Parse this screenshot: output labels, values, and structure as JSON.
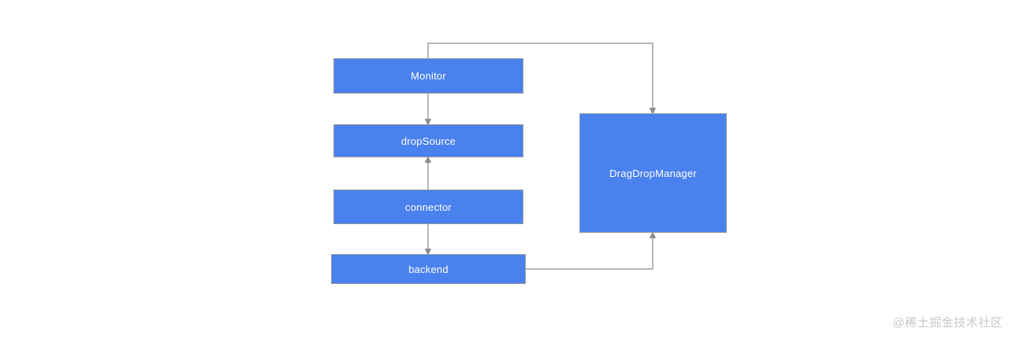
{
  "diagram": {
    "background_color": "#ffffff",
    "node_fill_color": "#4981ef",
    "node_border_color": "#9a9a9a",
    "node_text_color": "#ffffff",
    "edge_color": "#8a8a8a",
    "nodes": {
      "monitor": {
        "label": "Monitor"
      },
      "drop_source": {
        "label": "dropSource"
      },
      "connector": {
        "label": "connector"
      },
      "backend": {
        "label": "backend"
      },
      "drag_drop_manager": {
        "label": "DragDropManager"
      }
    },
    "edges": [
      {
        "from": "Monitor",
        "to": "DragDropManager",
        "direction": "arrow-into-DragDropManager-top"
      },
      {
        "from": "Monitor",
        "to": "dropSource",
        "direction": "arrow-down"
      },
      {
        "from": "connector",
        "to": "dropSource",
        "direction": "arrow-up"
      },
      {
        "from": "connector",
        "to": "backend",
        "direction": "arrow-down"
      },
      {
        "from": "backend",
        "to": "DragDropManager",
        "direction": "arrow-into-DragDropManager-bottom"
      }
    ]
  },
  "watermark": {
    "text": "@稀土掘金技术社区",
    "color": "#c9c9c9"
  }
}
